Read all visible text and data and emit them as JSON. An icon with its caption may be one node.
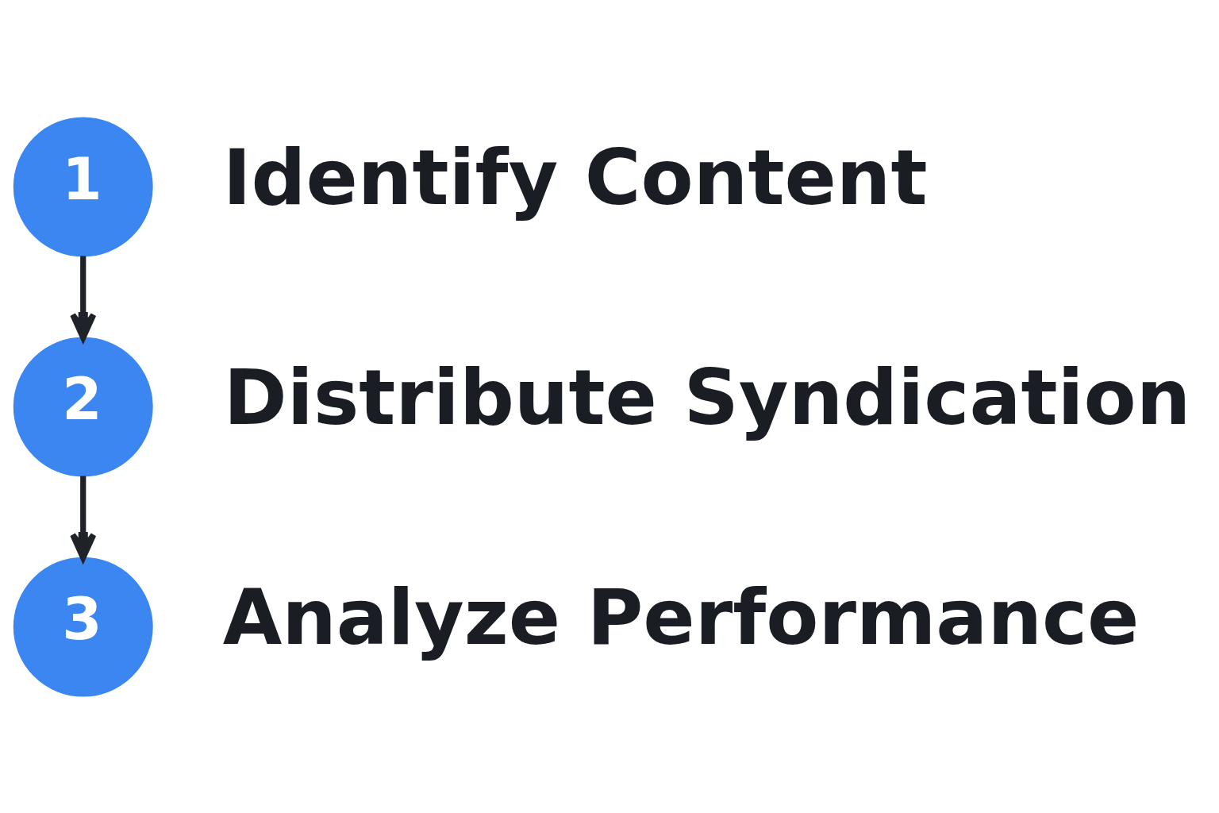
{
  "diagram": {
    "nodes": [
      {
        "text": [
          "1"
        ],
        "beside": [
          "Identify Content"
        ]
      },
      {
        "text": [
          "2"
        ],
        "beside": [
          "Distribute Syndication"
        ]
      },
      {
        "text": [
          "3"
        ],
        "beside": [
          "Analyze Performance"
        ]
      }
    ],
    "edges": [
      {
        "from": 0,
        "to": 1,
        "arrow": "to"
      },
      {
        "from": 1,
        "to": 2,
        "arrow": "to"
      }
    ]
  }
}
